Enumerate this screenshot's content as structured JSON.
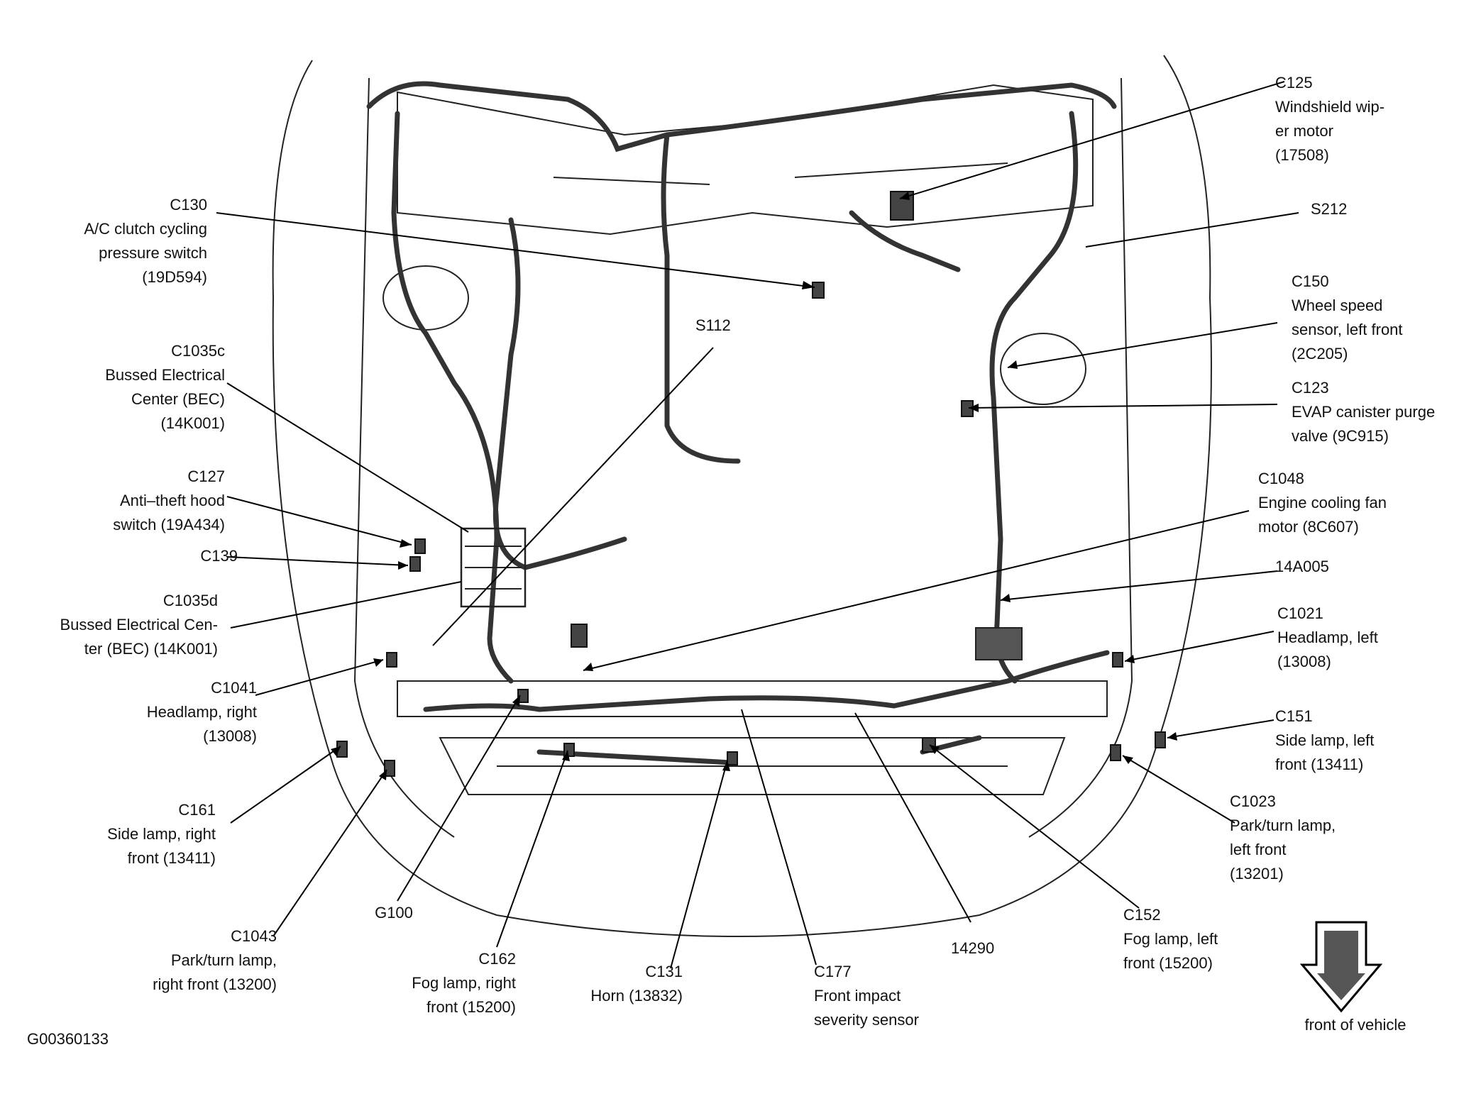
{
  "figure_id": "G00360133",
  "direction_label": "front of vehicle",
  "callouts": [
    {
      "id": "c130",
      "lines": [
        "C130",
        "A/C clutch cycling",
        "pressure switch",
        "(19D594)"
      ]
    },
    {
      "id": "c1035c",
      "lines": [
        "C1035c",
        "Bussed Electrical",
        "Center (BEC)",
        "(14K001)"
      ]
    },
    {
      "id": "c127",
      "lines": [
        "C127",
        "Anti–theft hood",
        "switch (19A434)"
      ]
    },
    {
      "id": "c139",
      "lines": [
        "C139"
      ]
    },
    {
      "id": "c1035d",
      "lines": [
        "C1035d",
        "Bussed Electrical Cen-",
        "ter (BEC) (14K001)"
      ]
    },
    {
      "id": "c1041",
      "lines": [
        "C1041",
        "Headlamp, right",
        "(13008)"
      ]
    },
    {
      "id": "c161",
      "lines": [
        "C161",
        "Side lamp, right",
        "front (13411)"
      ]
    },
    {
      "id": "c1043",
      "lines": [
        "C1043",
        "Park/turn lamp,",
        "right front (13200)"
      ]
    },
    {
      "id": "g100",
      "lines": [
        "G100"
      ]
    },
    {
      "id": "c162",
      "lines": [
        "C162",
        "Fog lamp, right",
        "front (15200)"
      ]
    },
    {
      "id": "c131",
      "lines": [
        "C131",
        "Horn (13832)"
      ]
    },
    {
      "id": "c177",
      "lines": [
        "C177",
        "Front impact",
        "severity sensor"
      ]
    },
    {
      "id": "p14290",
      "lines": [
        "14290"
      ]
    },
    {
      "id": "c152",
      "lines": [
        "C152",
        "Fog lamp, left",
        "front (15200)"
      ]
    },
    {
      "id": "s112",
      "lines": [
        "S112"
      ]
    },
    {
      "id": "c125",
      "lines": [
        "C125",
        "Windshield wip-",
        "er motor",
        "(17508)"
      ]
    },
    {
      "id": "s212",
      "lines": [
        "S212"
      ]
    },
    {
      "id": "c150",
      "lines": [
        "C150",
        "Wheel speed",
        "sensor, left front",
        "(2C205)"
      ]
    },
    {
      "id": "c123",
      "lines": [
        "C123",
        "EVAP canister purge",
        "valve (9C915)"
      ]
    },
    {
      "id": "c1048",
      "lines": [
        "C1048",
        "Engine cooling fan",
        "motor (8C607)"
      ]
    },
    {
      "id": "p14a005",
      "lines": [
        "14A005"
      ]
    },
    {
      "id": "c1021",
      "lines": [
        "C1021",
        "Headlamp, left",
        "(13008)"
      ]
    },
    {
      "id": "c151",
      "lines": [
        "C151",
        "Side lamp, left",
        "front (13411)"
      ]
    },
    {
      "id": "c1023",
      "lines": [
        "C1023",
        "Park/turn lamp,",
        "left front",
        "(13201)"
      ]
    }
  ]
}
